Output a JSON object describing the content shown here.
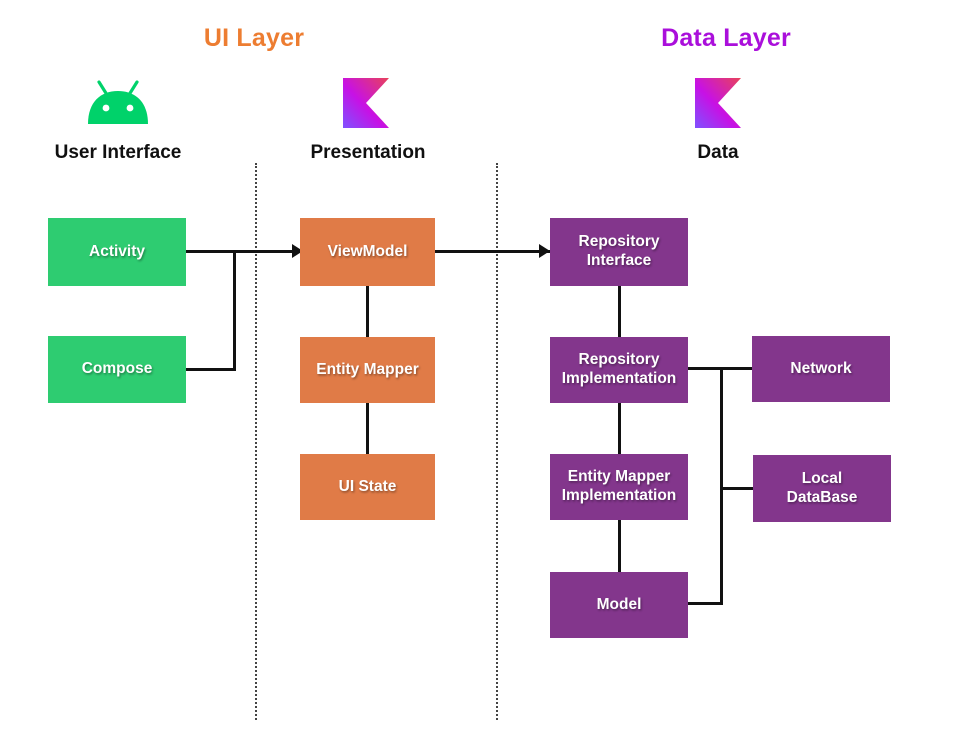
{
  "titles": {
    "ui_layer": "UI Layer",
    "data_layer": "Data Layer"
  },
  "columns": {
    "user_interface": "User Interface",
    "presentation": "Presentation",
    "data": "Data"
  },
  "icons": {
    "android": "android-robot-icon",
    "kotlin_presentation": "kotlin-logo-icon",
    "kotlin_data": "kotlin-logo-icon"
  },
  "colors": {
    "ui_layer_title": "#ED7D31",
    "data_layer_title": "#AA0FDB",
    "ui_box": "#2ECC71",
    "presentation_box": "#E07B47",
    "data_box": "#83368C",
    "connector": "#111111",
    "divider": "#444444",
    "background": "#FFFFFF"
  },
  "nodes": {
    "activity": "Activity",
    "compose": "Compose",
    "viewmodel": "ViewModel",
    "entity_mapper": "Entity Mapper",
    "ui_state": "UI State",
    "repository_interface": "Repository\nInterface",
    "repository_implementation": "Repository\nImplementation",
    "entity_mapper_implementation": "Entity Mapper\nImplementation",
    "model": "Model",
    "network": "Network",
    "local_database": "Local\nDataBase"
  },
  "diagram": {
    "type": "architecture-flow",
    "layers": [
      {
        "name": "UI Layer",
        "columns": [
          {
            "name": "User Interface",
            "nodes": [
              "Activity",
              "Compose"
            ]
          },
          {
            "name": "Presentation",
            "nodes": [
              "ViewModel",
              "Entity Mapper",
              "UI State"
            ]
          }
        ]
      },
      {
        "name": "Data Layer",
        "columns": [
          {
            "name": "Data",
            "nodes": [
              "Repository Interface",
              "Repository Implementation",
              "Entity Mapper Implementation",
              "Model",
              "Network",
              "Local DataBase"
            ]
          }
        ]
      }
    ],
    "connections": [
      {
        "from": "Activity",
        "to": "ViewModel",
        "arrow": true
      },
      {
        "from": "Compose",
        "to": "ViewModel",
        "arrow": true
      },
      {
        "from": "ViewModel",
        "to": "Repository Interface",
        "arrow": true
      },
      {
        "from": "ViewModel",
        "to": "Entity Mapper",
        "arrow": false
      },
      {
        "from": "Entity Mapper",
        "to": "UI State",
        "arrow": false
      },
      {
        "from": "Repository Interface",
        "to": "Repository Implementation",
        "arrow": false
      },
      {
        "from": "Repository Implementation",
        "to": "Entity Mapper Implementation",
        "arrow": false
      },
      {
        "from": "Entity Mapper Implementation",
        "to": "Model",
        "arrow": false
      },
      {
        "from": "Repository Implementation",
        "to": "Network",
        "arrow": false
      },
      {
        "from": "Model",
        "to": "Local DataBase",
        "arrow": false
      }
    ]
  }
}
